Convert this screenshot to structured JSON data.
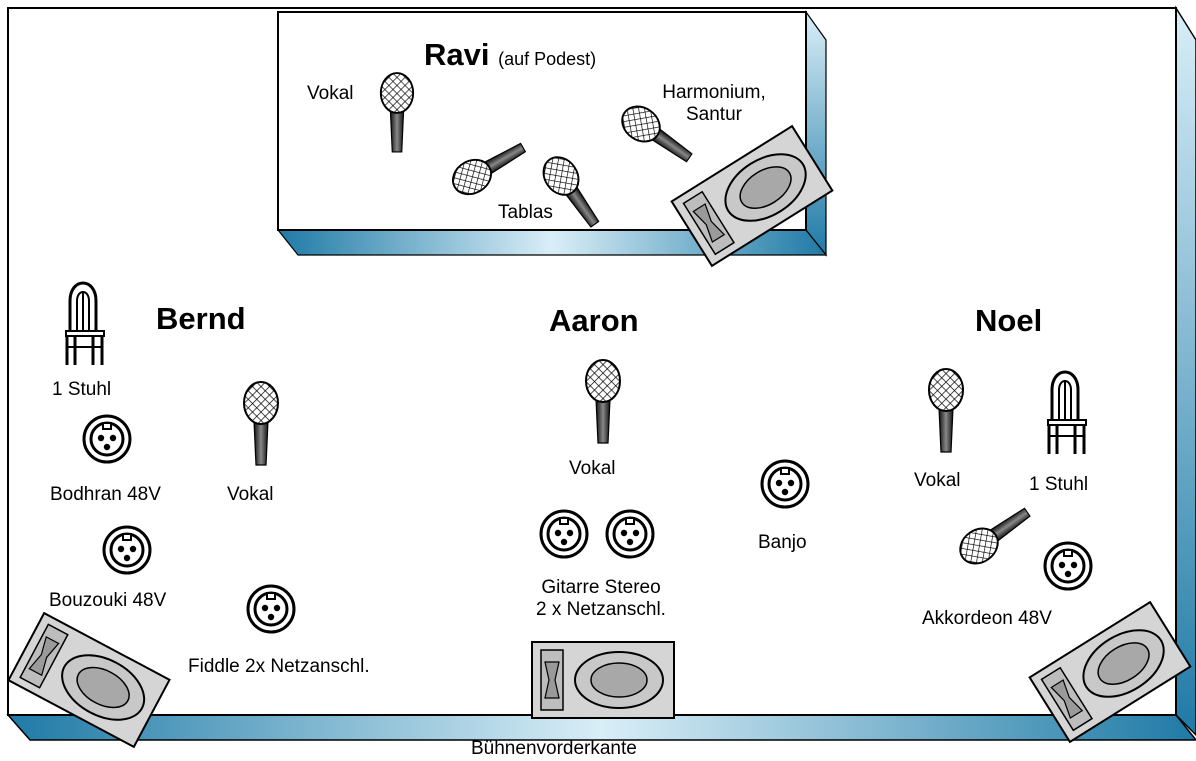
{
  "stage": {
    "front_edge_label": "Bühnenvorderkante"
  },
  "riser": {
    "performer": "Ravi",
    "note": "(auf Podest)",
    "labels": {
      "vocal": "Vokal",
      "harmonium_line1": "Harmonium,",
      "harmonium_line2": "Santur",
      "tablas": "Tablas"
    }
  },
  "bernd": {
    "performer": "Bernd",
    "chair": "1 Stuhl",
    "bodhran": "Bodhran 48V",
    "bouzouki": "Bouzouki 48V",
    "vocal": "Vokal",
    "fiddle": "Fiddle",
    "fiddle_power": "2x Netzanschl."
  },
  "aaron": {
    "performer": "Aaron",
    "vocal": "Vokal",
    "guitar_line1": "Gitarre Stereo",
    "guitar_line2": "2 x Netzanschl.",
    "banjo": "Banjo"
  },
  "noel": {
    "performer": "Noel",
    "vocal": "Vokal",
    "chair": "1 Stuhl",
    "accordion": "Akkordeon 48V"
  },
  "colors": {
    "outline": "#000000",
    "edge_dark": "#1f7aa6",
    "edge_light": "#d9eef7",
    "monitor_gray": "#bdbdbd",
    "monitor_light": "#e6e6e6",
    "mic_handle": "#3a3a3a"
  },
  "icons": [
    "microphone-icon",
    "xlr-input-icon",
    "chair-icon",
    "monitor-wedge-icon"
  ]
}
